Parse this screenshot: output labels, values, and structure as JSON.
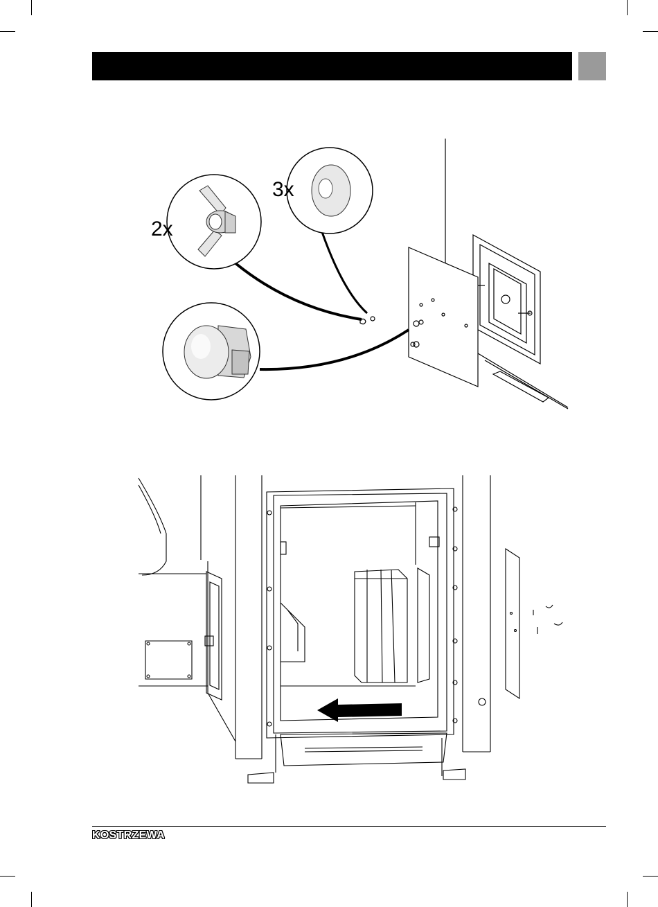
{
  "header": {
    "title": ""
  },
  "figure1": {
    "wing_nut_qty": "2x",
    "washer_qty": "3x",
    "callouts": [
      "wing-nut-icon",
      "washer-icon",
      "cap-nut-icon"
    ]
  },
  "figure2": {
    "arrow_direction": "left"
  },
  "footer": {
    "brand": "KOSTRZEWA"
  },
  "colors": {
    "header_bar": "#000000",
    "header_tab": "#9a9a9a",
    "line": "#000000"
  }
}
